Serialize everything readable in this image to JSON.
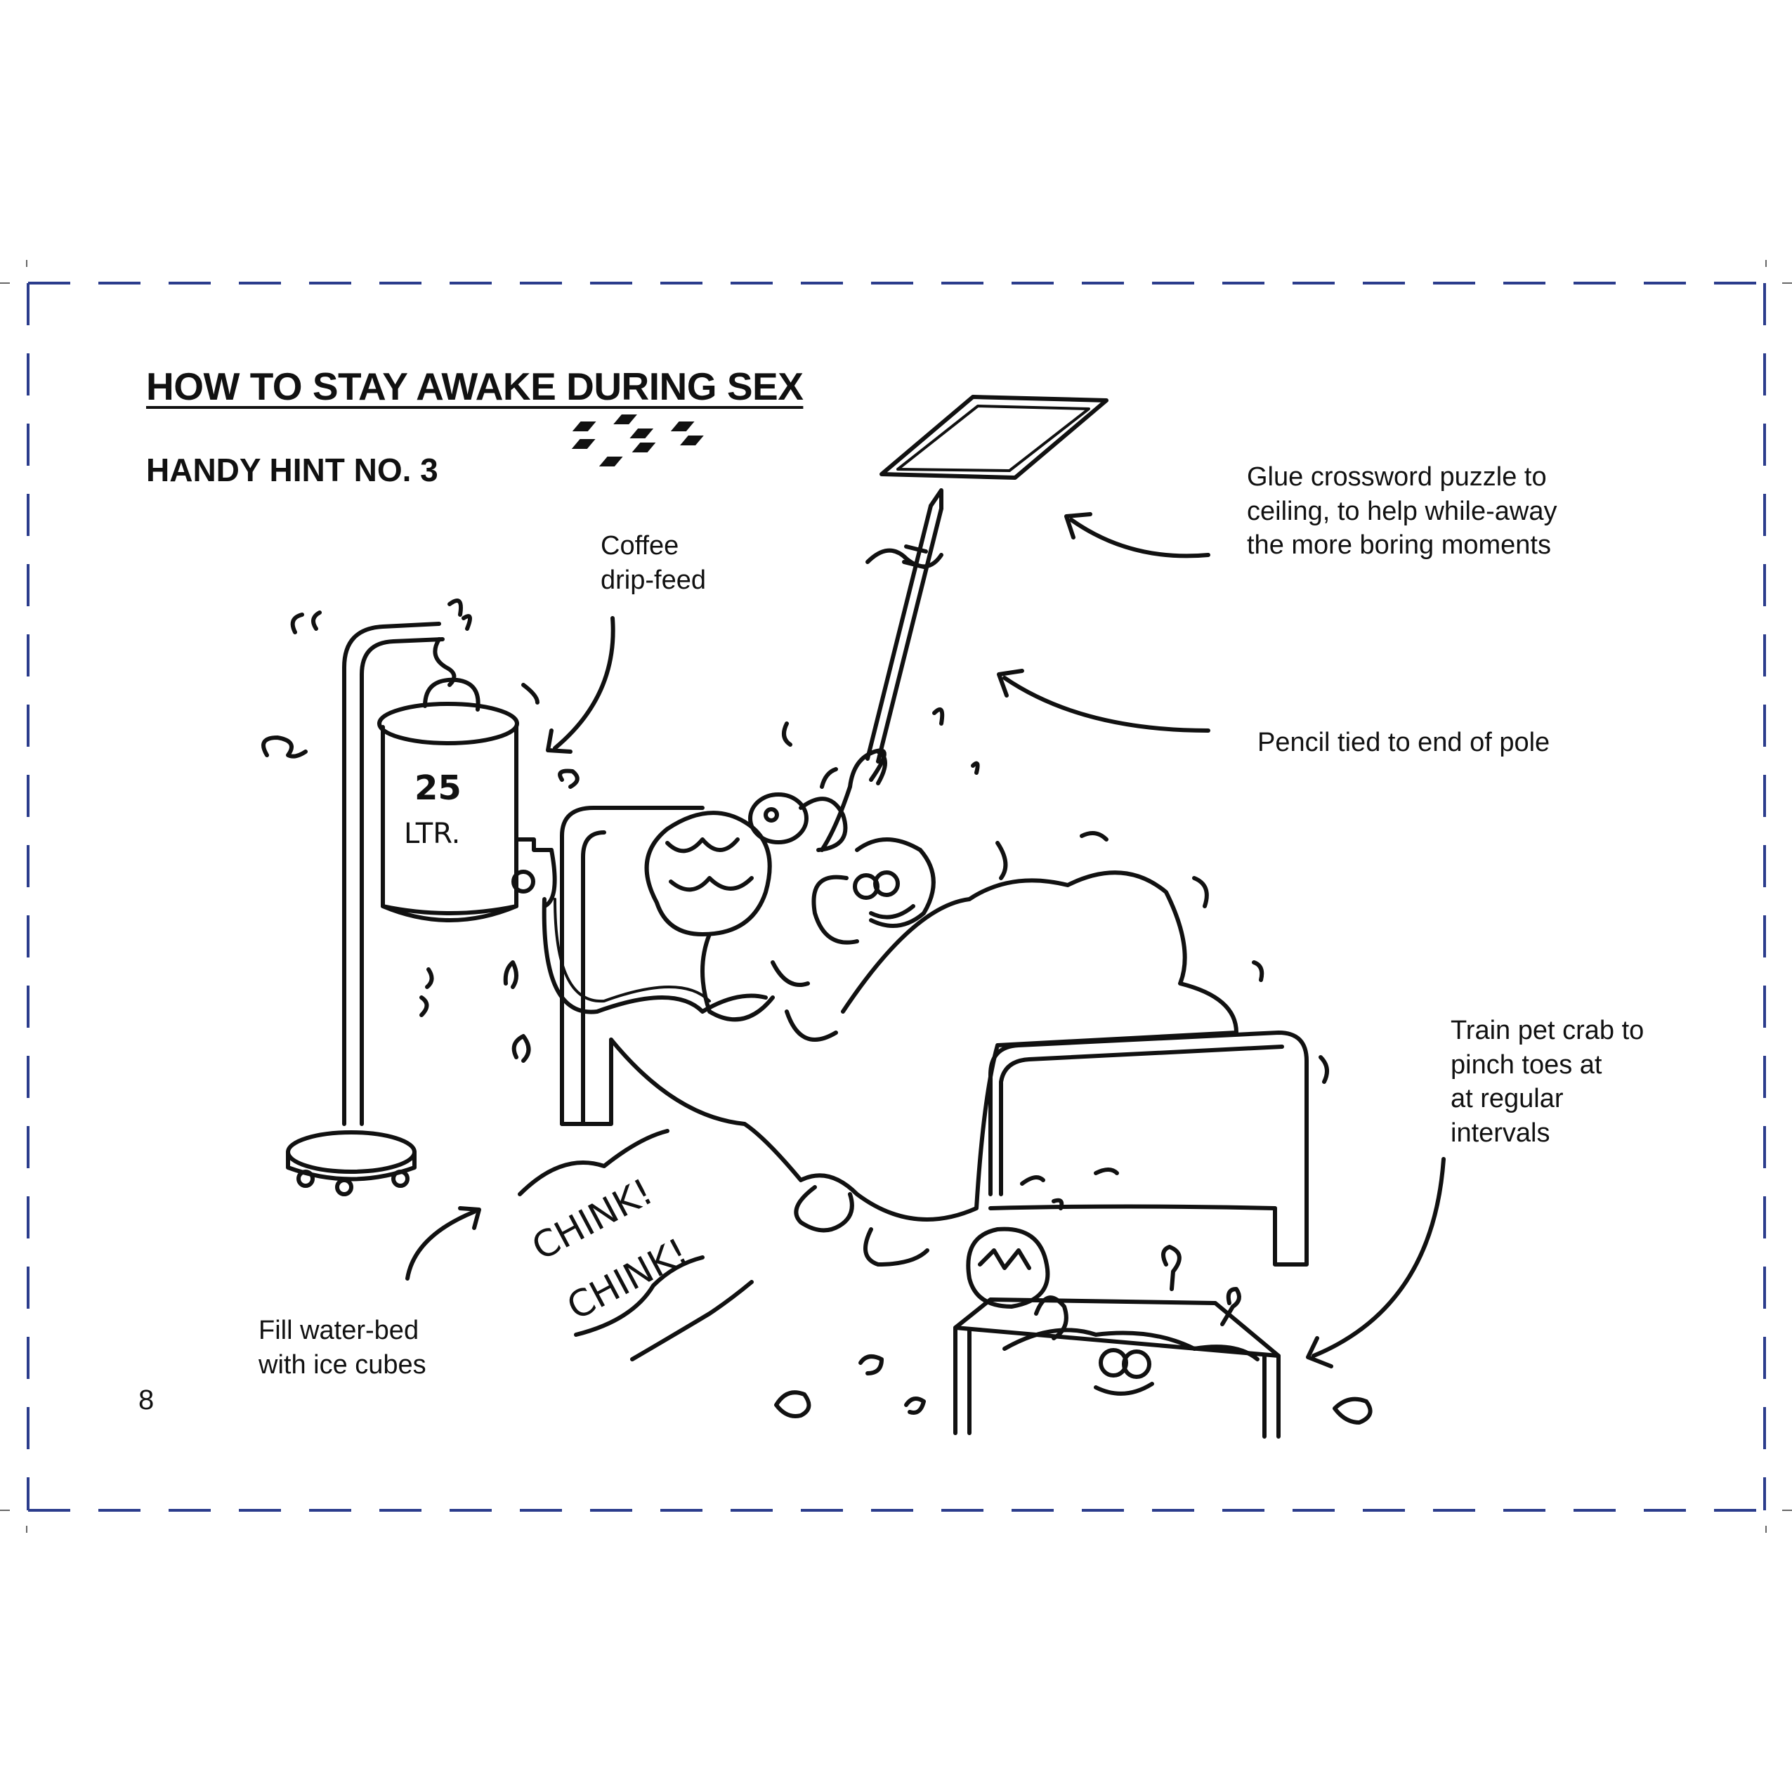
{
  "title": "HOW TO STAY AWAKE DURING SEX",
  "subtitle": "HANDY HINT NO. 3",
  "captions": {
    "coffee": "Coffee\ndrip-feed",
    "crossword": "Glue crossword puzzle to\nceiling, to help while-away\nthe more boring moments",
    "pencil": "Pencil tied to end of pole",
    "crab": "Train pet crab to\npinch toes at\nat regular\n intervals",
    "ice": "Fill water-bed\nwith ice cubes"
  },
  "drawing_text": {
    "urn_volume": "25",
    "urn_unit": "LTR.",
    "sound_1": "CHINK!",
    "sound_2": "CHINK!"
  },
  "page_number": "8",
  "colors": {
    "cut_line": "#2b3c8c",
    "ink": "#111111"
  }
}
